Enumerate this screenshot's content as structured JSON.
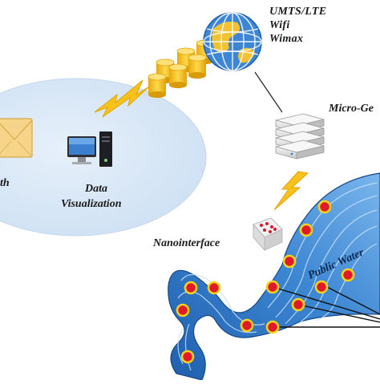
{
  "labels": {
    "network": [
      "UMTS/LTE",
      "Wifi",
      "Wimax"
    ],
    "micro": "Micro-Ge",
    "data_visualization": [
      "Data",
      "Visualization"
    ],
    "email_fragment": "th",
    "nanointerface": "Nanointerface",
    "public_water": "Public Water"
  },
  "icons": {
    "cloud": "cloud-ellipse",
    "database": "database-stack-icon",
    "globe": "globe-icon",
    "server": "server-rack-icon",
    "computer": "desktop-computer-icon",
    "envelope": "envelope-icon",
    "chip": "nanointerface-chip-icon",
    "lightning": "lightning-bolt-icon",
    "sensor": "sensor-node-icon"
  },
  "colors": {
    "cloud_fill": "#dbe9f7",
    "cloud_edge": "#b9d1ec",
    "database": "#f4c21f",
    "globe_blue": "#3d86d6",
    "globe_land": "#f2c230",
    "lightning": "#f7c21a",
    "water_dark": "#1f5fae",
    "water_light": "#5fa5e4",
    "sensor_fill": "#e0192b",
    "sensor_ring": "#f7d21a",
    "envelope": "#f4cf7a"
  }
}
